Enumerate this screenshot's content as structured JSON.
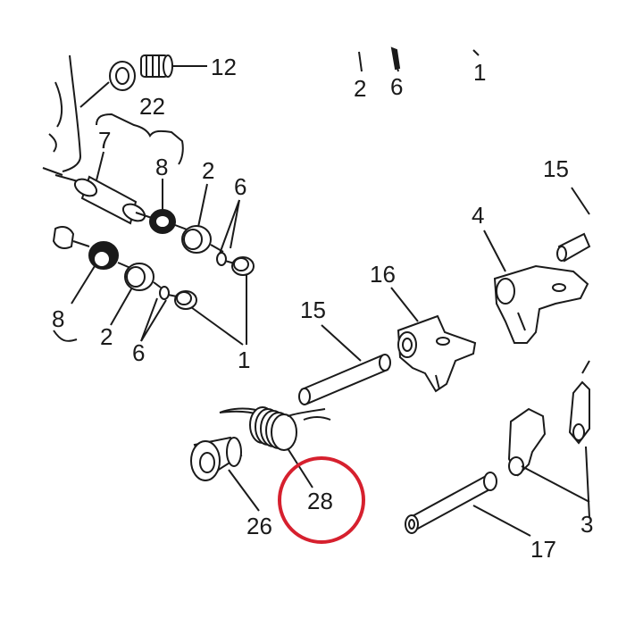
{
  "labels": {
    "l12": "12",
    "l2_top": "2",
    "l6_top": "6",
    "l1_top": "1",
    "l22": "22",
    "l7": "7",
    "l8_upper": "8",
    "l2_upper": "2",
    "l6_upper": "6",
    "l15_right": "15",
    "l4": "4",
    "l16": "16",
    "l15_mid": "15",
    "l8_lower": "8",
    "l2_lower": "2",
    "l6_lower": "6",
    "l1_lower": "1",
    "l28": "28",
    "l26": "26",
    "l17": "17",
    "l3": "3"
  },
  "highlight": {
    "target": "28",
    "color": "#d6202e"
  },
  "colors": {
    "ink": "#1a1a1a",
    "background": "#ffffff"
  }
}
